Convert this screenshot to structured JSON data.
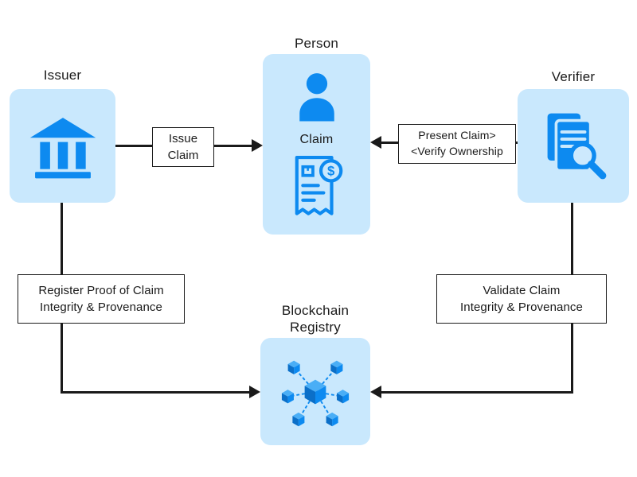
{
  "diagram": {
    "colors": {
      "node_bg": "#c9e8fd",
      "icon_blue": "#0d8af0",
      "arrow": "#1a1a1a",
      "label_border": "#1a1a1a"
    },
    "nodes": {
      "issuer": {
        "label": "Issuer",
        "icon": "bank-icon"
      },
      "person": {
        "label": "Person",
        "claim": "Claim",
        "dollar": "$",
        "icon_top": "person-icon",
        "icon_bottom": "invoice-icon"
      },
      "verifier": {
        "label": "Verifier",
        "icon": "document-search-icon"
      },
      "blockchain": {
        "label_line1": "Blockchain",
        "label_line2": "Registry",
        "icon": "blockchain-cubes-icon"
      }
    },
    "edges": {
      "issue": {
        "line1": "Issue",
        "line2": "Claim"
      },
      "present": {
        "line1": "Present Claim>",
        "line2": "<Verify Ownership"
      },
      "register": {
        "line1": "Register Proof of Claim",
        "line2": "Integrity & Provenance"
      },
      "validate": {
        "line1": "Validate Claim",
        "line2": "Integrity & Provenance"
      }
    }
  }
}
